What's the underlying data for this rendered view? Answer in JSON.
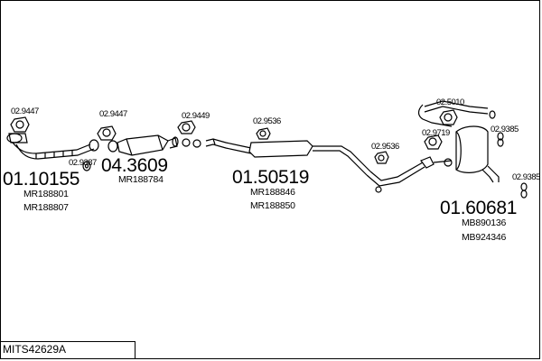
{
  "diagram_id": "MITS42629A",
  "gaskets": {
    "g1": "02.9447",
    "g2": "02.9447",
    "g3": "02.9449",
    "g4": "02.9536",
    "g5": "02.9536",
    "g6": "02.5010",
    "g7": "02.9719",
    "g8": "02.9385",
    "g9": "02.9385",
    "g10": "02.9387"
  },
  "parts": {
    "front_pipe": {
      "code": "01.10155",
      "oem": [
        "MR188801",
        "MR188807"
      ]
    },
    "catalyst": {
      "code": "04.3609",
      "oem": [
        "MR188784"
      ]
    },
    "middle_silencer": {
      "code": "01.50519",
      "oem": [
        "MR188846",
        "MR188850"
      ]
    },
    "rear_silencer": {
      "code": "01.60681",
      "oem": [
        "MB890136",
        "MB924346"
      ]
    }
  }
}
